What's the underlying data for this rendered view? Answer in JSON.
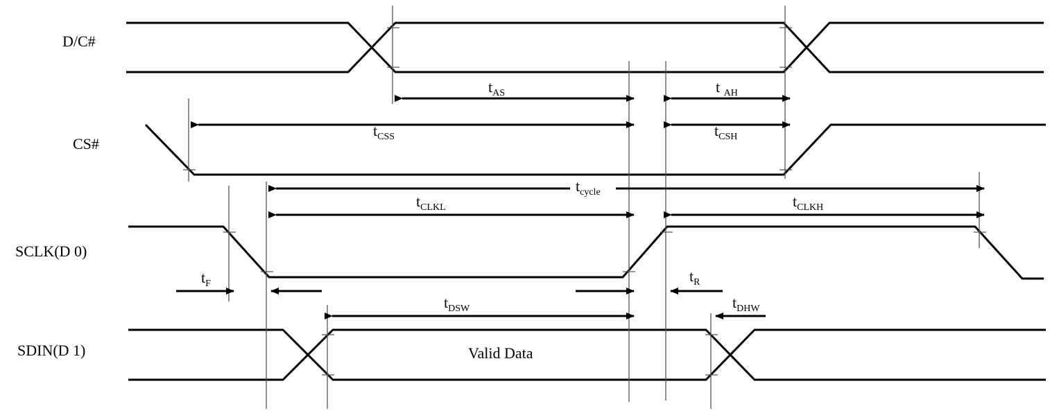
{
  "signals": {
    "dc": "D/C#",
    "cs": "CS#",
    "sclk": "SCLK(D 0)",
    "sdin": "SDIN(D 1)"
  },
  "valid_data": "Valid Data",
  "timings": {
    "tas": {
      "t": "t",
      "sub": "AS"
    },
    "tah": {
      "t": "t ",
      "sub": "AH"
    },
    "tcss": {
      "t": "t",
      "sub": "CSS"
    },
    "tcsh": {
      "t": "t",
      "sub": "CSH"
    },
    "tcycle": {
      "t": "t",
      "sub": "cycle"
    },
    "tclkl": {
      "t": "t",
      "sub": "CLKL"
    },
    "tclkh": {
      "t": "t",
      "sub": "CLKH"
    },
    "tf": {
      "t": "t",
      "sub": "F"
    },
    "tr": {
      "t": "t",
      "sub": "R"
    },
    "tdsw": {
      "t": "t",
      "sub": "DSW"
    },
    "tdhw": {
      "t": "t",
      "sub": "DHW"
    }
  }
}
